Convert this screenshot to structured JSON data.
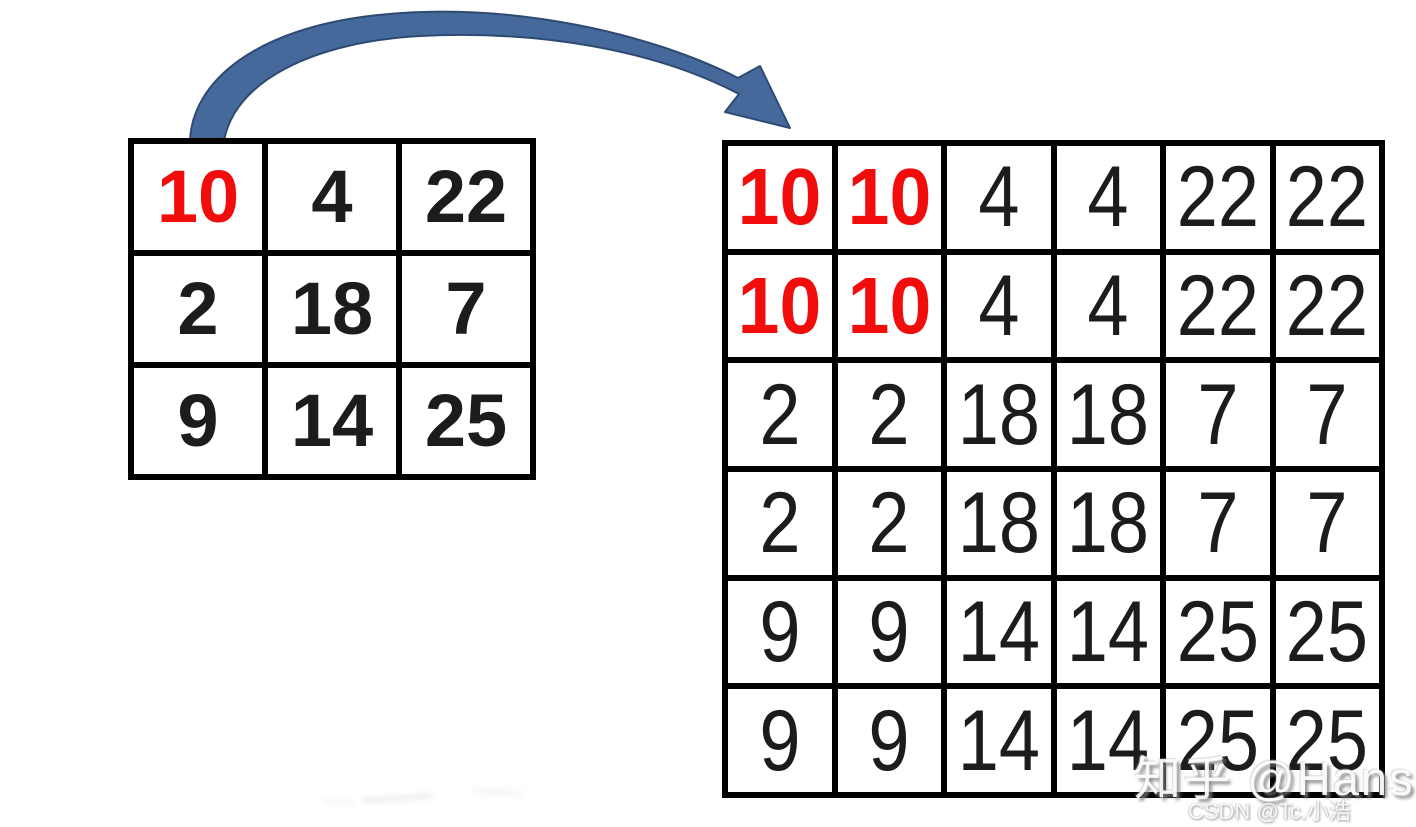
{
  "colors": {
    "background": "#ffffff",
    "grid_line": "#000000",
    "cell_bg": "#ffffff",
    "number_black": "#1c1c1c",
    "number_red": "#f20d0d",
    "arrow_fill": "#46699c",
    "arrow_stroke": "#2e4a72",
    "watermark_shadow": "#828282"
  },
  "source_grid": {
    "rows": [
      [
        "10",
        "4",
        "22"
      ],
      [
        "2",
        "18",
        "7"
      ],
      [
        "9",
        "14",
        "25"
      ]
    ]
  },
  "result_grid": {
    "rows": [
      [
        "10",
        "10",
        "4",
        "4",
        "22",
        "22"
      ],
      [
        "10",
        "10",
        "4",
        "4",
        "22",
        "22"
      ],
      [
        "2",
        "2",
        "18",
        "18",
        "7",
        "7"
      ],
      [
        "2",
        "2",
        "18",
        "18",
        "7",
        "7"
      ],
      [
        "9",
        "9",
        "14",
        "14",
        "25",
        "25"
      ],
      [
        "9",
        "9",
        "14",
        "14",
        "25",
        "25"
      ]
    ]
  },
  "watermarks": {
    "zhihu": "知乎 @Hans",
    "csdn": "CSDN @Tc.小浩"
  }
}
